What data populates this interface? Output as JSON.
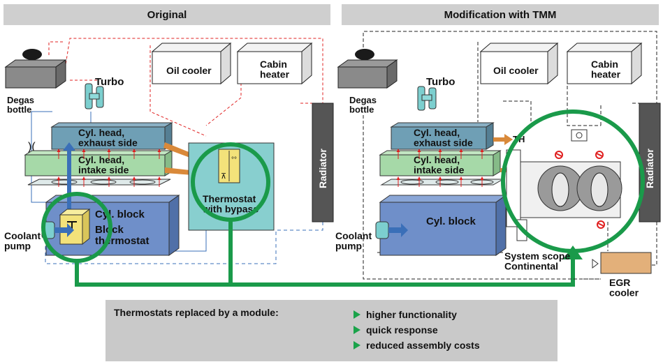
{
  "headers": {
    "left": "Original",
    "right": "Modification with TMM"
  },
  "colors": {
    "accent_green": "#1a9a4a",
    "coolant_red": "#e02020",
    "coolant_blue": "#3a6fb8",
    "block_blue": "#6f8fc9",
    "head_teal": "#6f9fb5",
    "intake_green": "#a6d9a8",
    "thermostat_yellow": "#f3e27a",
    "radiator_gray": "#555555",
    "egr_orange": "#e3b07a",
    "flow_orange": "#d9893a"
  },
  "left": {
    "degas": "Degas\nbottle",
    "turbo": "Turbo",
    "oil_cooler": "Oil cooler",
    "cabin_heater": "Cabin\nheater",
    "head_exhaust": "Cyl. head,\nexhaust side",
    "head_intake": "Cyl. head,\nintake side",
    "block": "Cyl. block",
    "block_thermostat": "Block\nthermostat",
    "coolant_pump": "Coolant\npump",
    "thermostat_bypass": "Thermostat\nwith bypass",
    "radiator": "Radiator"
  },
  "right": {
    "degas": "Degas\nbottle",
    "turbo": "Turbo",
    "oil_cooler": "Oil cooler",
    "cabin_heater": "Cabin\nheater",
    "head_exhaust": "Cyl. head,\nexhaust side",
    "head_intake": "Cyl. head,\nintake side",
    "block": "Cyl. block",
    "coolant_pump": "Coolant\npump",
    "th": "TH",
    "radiator": "Radiator",
    "system_scope": "System scope\nContinental",
    "egr": "EGR\ncooler"
  },
  "summary": {
    "title": "Thermostats replaced by a module:",
    "benefits": [
      "higher functionality",
      "quick response",
      "reduced assembly costs"
    ]
  }
}
